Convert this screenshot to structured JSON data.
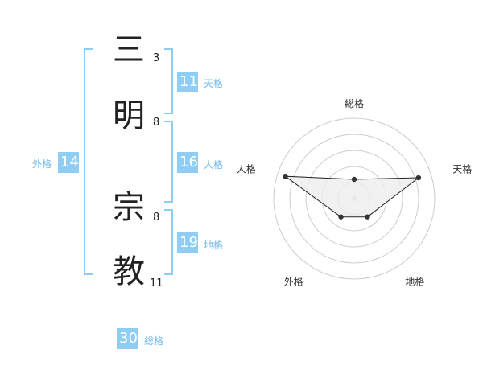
{
  "name": {
    "chars": [
      {
        "char": "三",
        "strokes": "3"
      },
      {
        "char": "明",
        "strokes": "8"
      },
      {
        "char": "宗",
        "strokes": "8"
      },
      {
        "char": "教",
        "strokes": "11"
      }
    ]
  },
  "kaku": {
    "tenkaku": {
      "value": "11",
      "label": "天格"
    },
    "jinkaku": {
      "value": "16",
      "label": "人格"
    },
    "chikaku": {
      "value": "19",
      "label": "地格"
    },
    "gaikaku": {
      "value": "14",
      "label": "外格"
    },
    "soukaku": {
      "value": "30",
      "label": "総格"
    }
  },
  "chart_data": {
    "type": "radar",
    "axes": [
      "総格",
      "天格",
      "地格",
      "外格",
      "人格"
    ],
    "series": [
      {
        "values": [
          1.2,
          4.2,
          1.4,
          1.4,
          4.5
        ]
      }
    ],
    "range": [
      0,
      5
    ],
    "rings": 5,
    "grid": true
  },
  "colors": {
    "accent": "#8fcdf4",
    "label_text": "#6fb9ea",
    "radar_fill": "#eeeeee",
    "radar_line": "#222222"
  }
}
